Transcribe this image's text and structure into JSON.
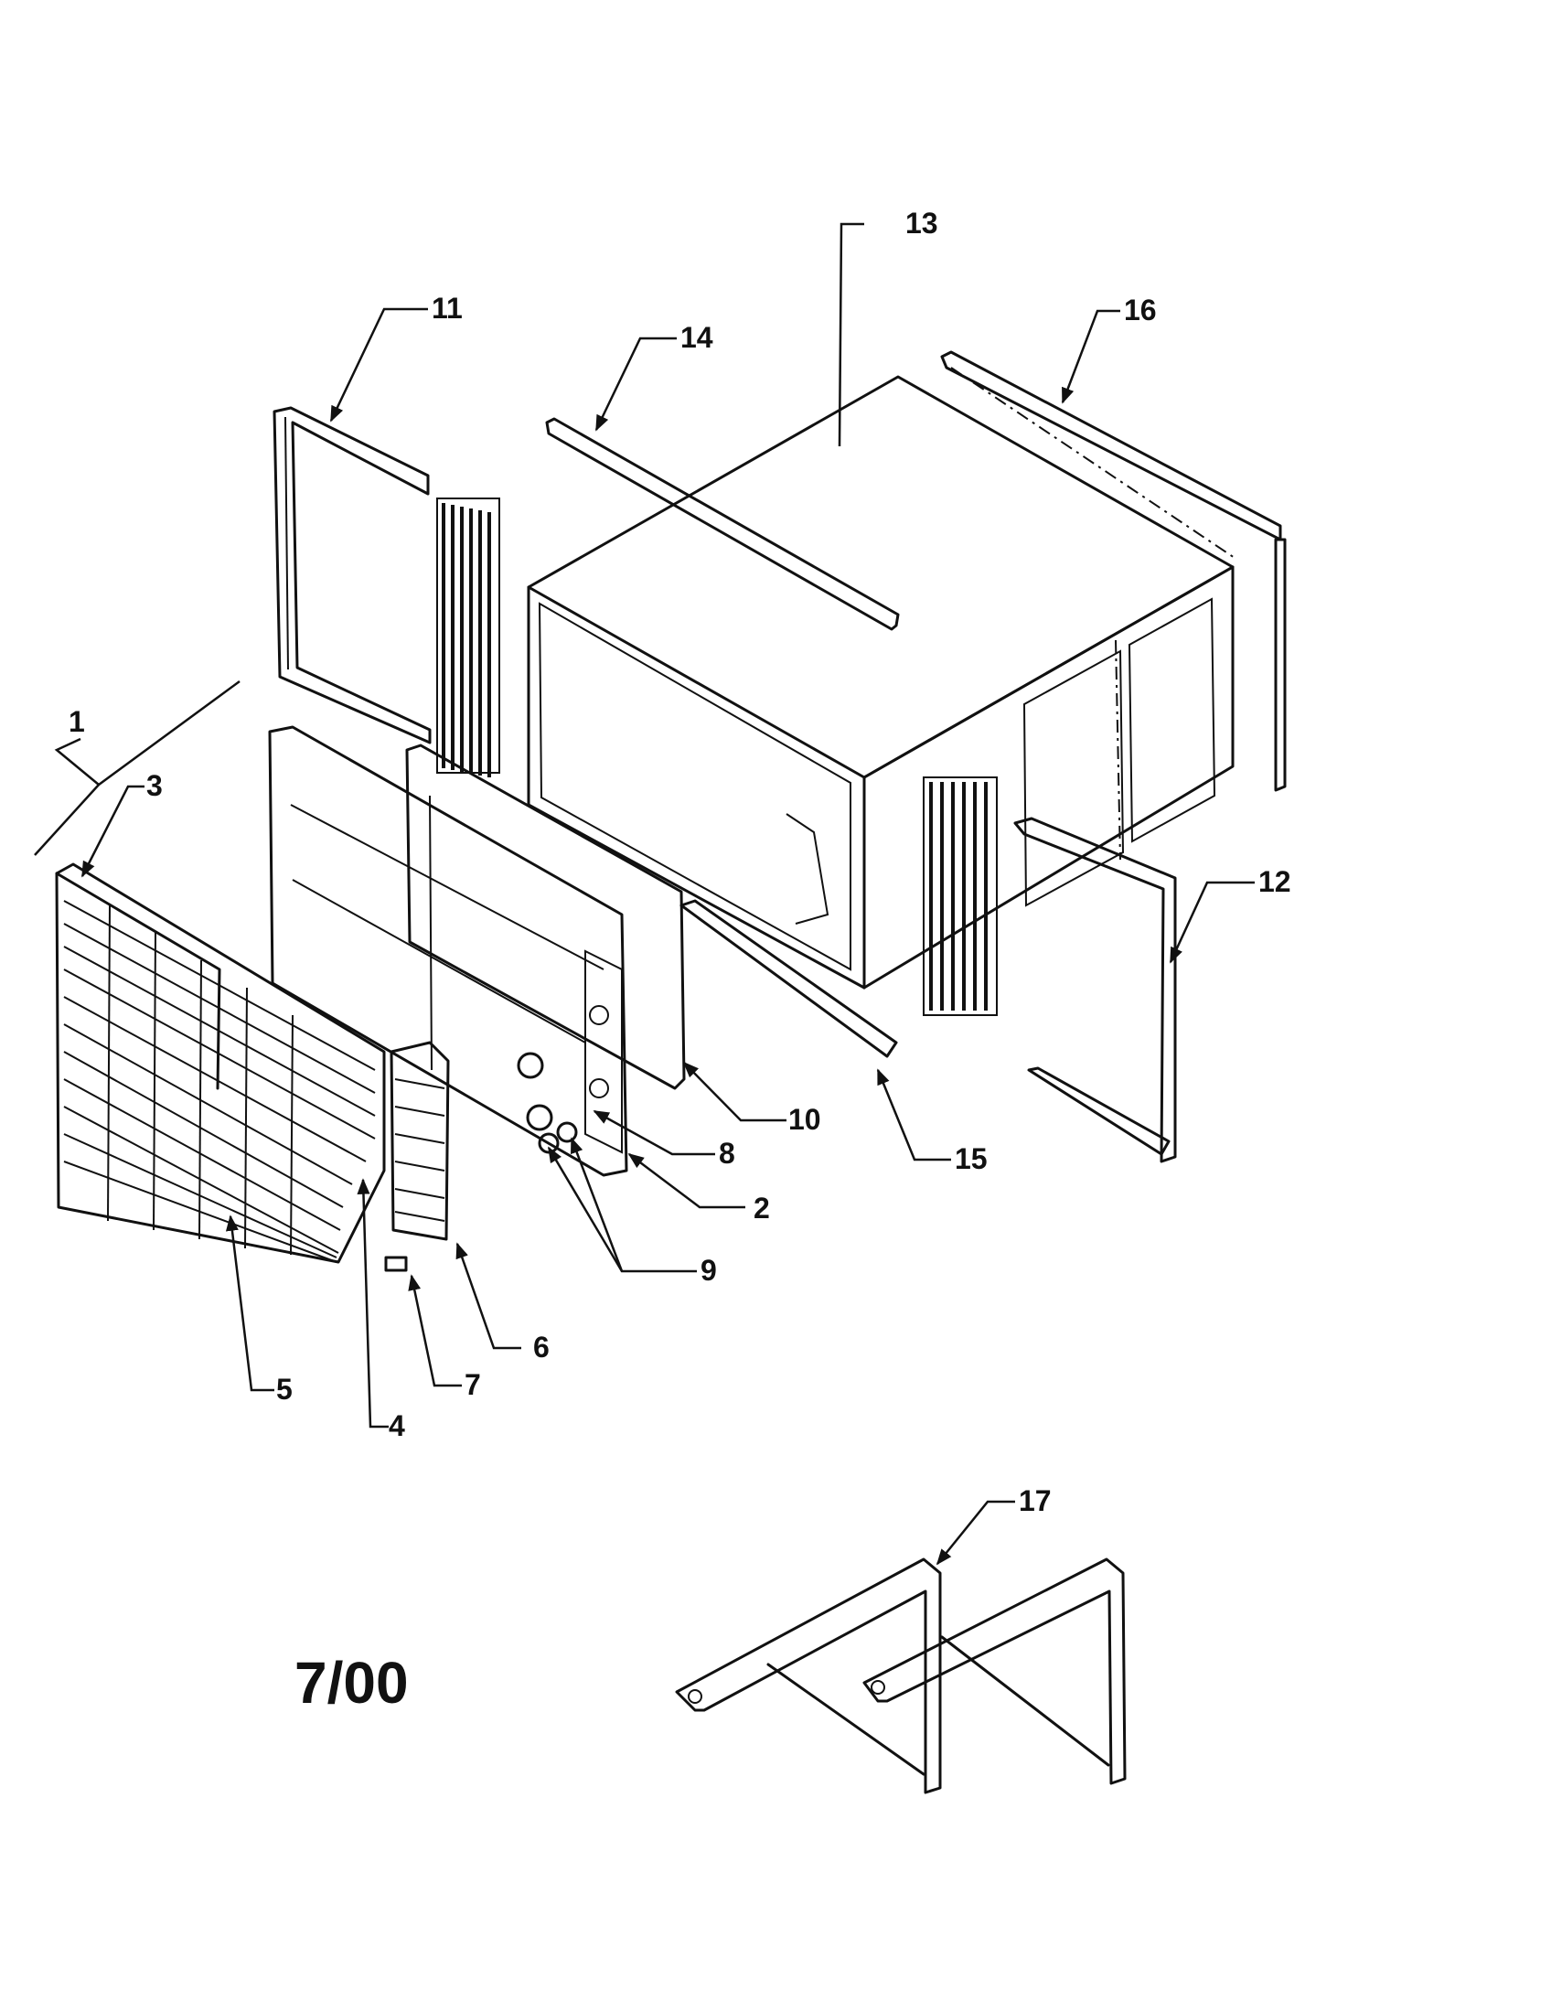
{
  "callouts": {
    "c1": "1",
    "c2": "2",
    "c3": "3",
    "c4": "4",
    "c5": "5",
    "c6": "6",
    "c7": "7",
    "c8": "8",
    "c9": "9",
    "c10": "10",
    "c11": "11",
    "c12": "12",
    "c13": "13",
    "c14": "14",
    "c15": "15",
    "c16": "16",
    "c17": "17"
  },
  "revision_date": "7/00"
}
